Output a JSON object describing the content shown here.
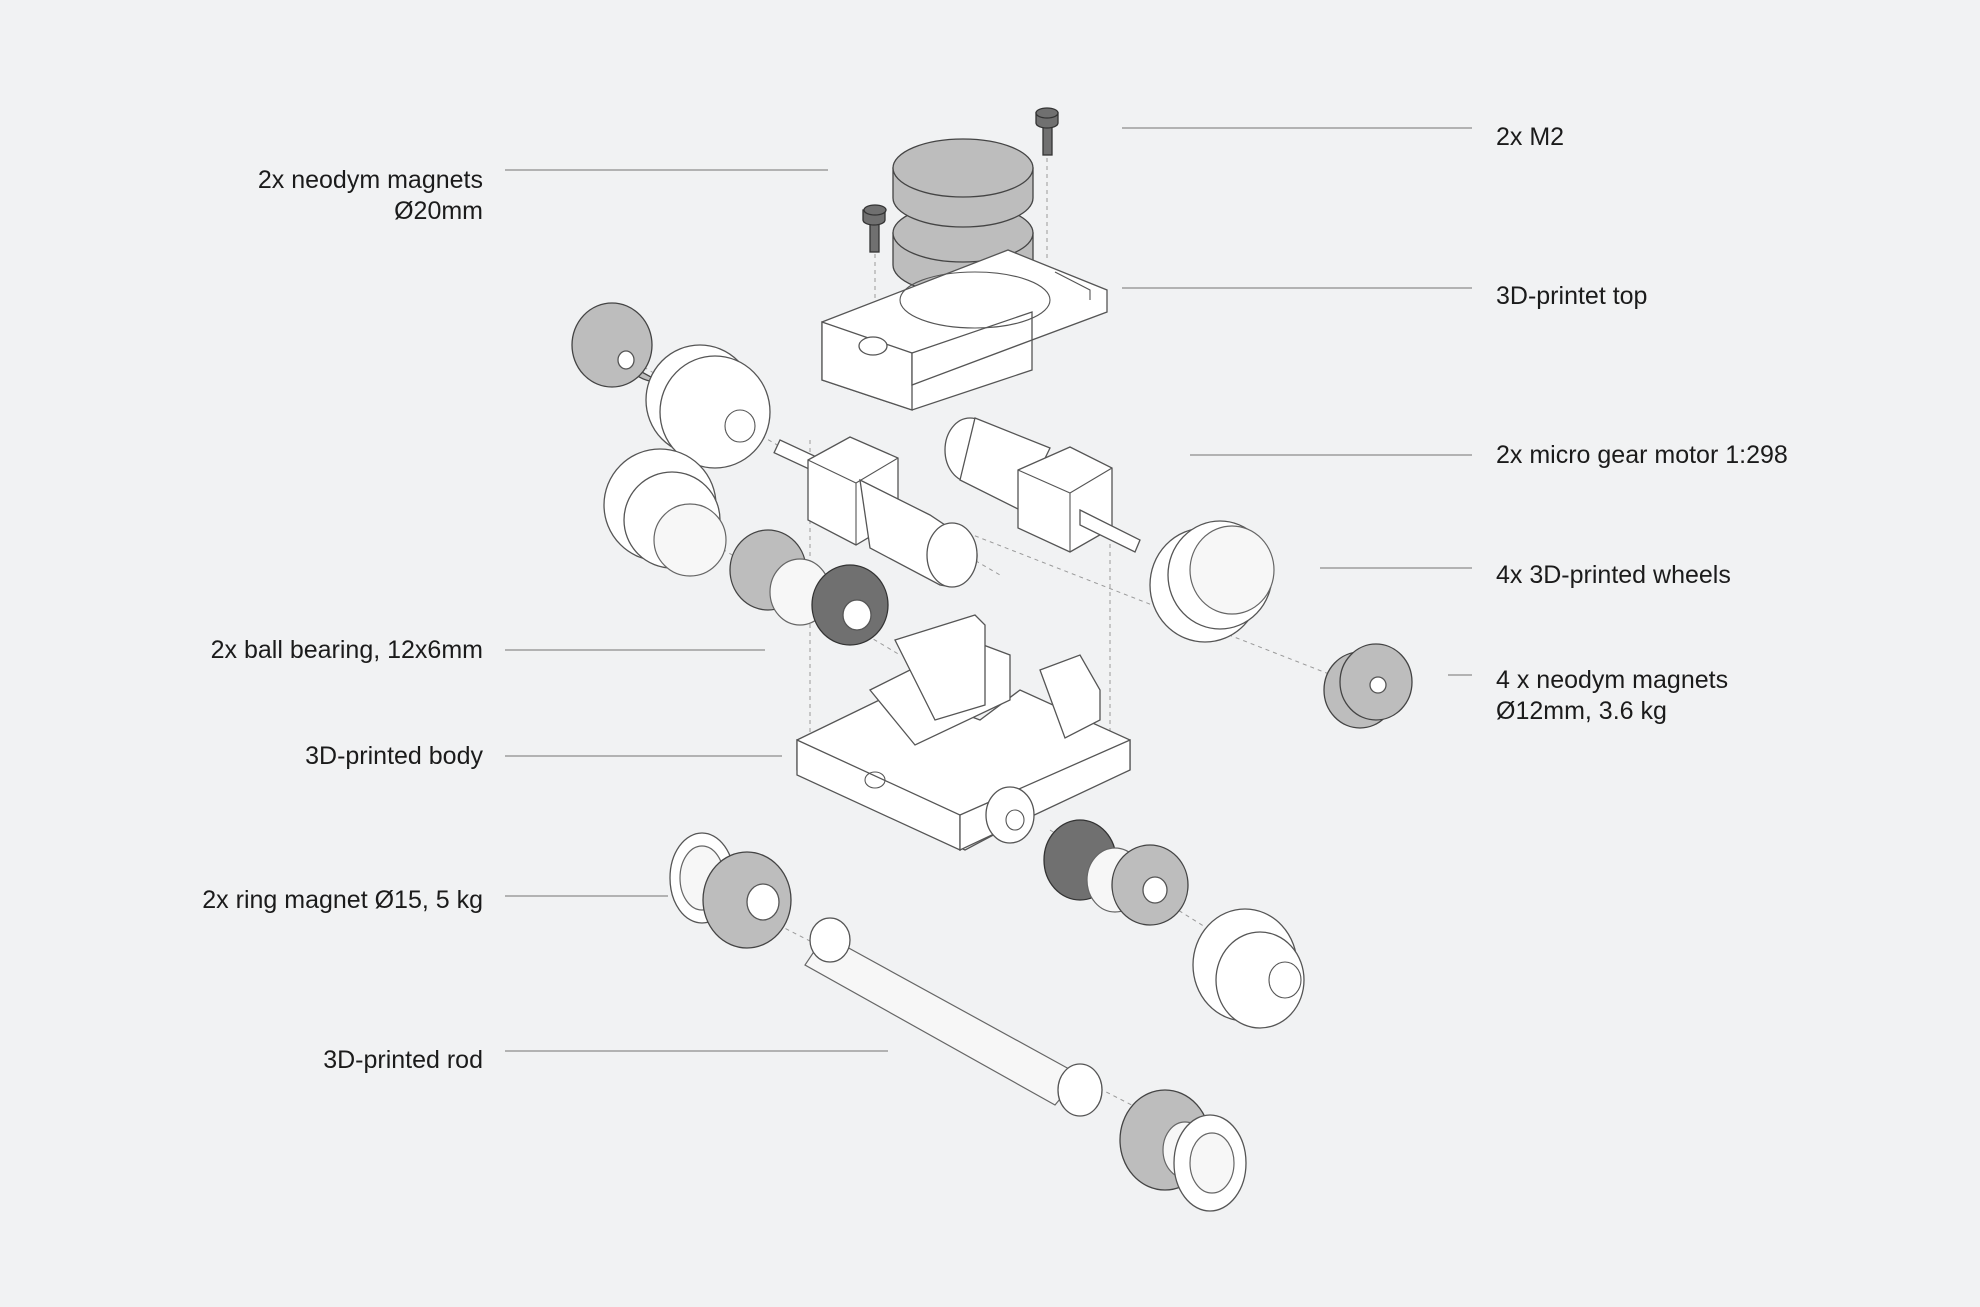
{
  "labels": {
    "neodym_20": {
      "line1": "2x neodym magnets",
      "line2": "Ø20mm"
    },
    "m2": "2x M2",
    "top": "3D-printet top",
    "motor": "2x micro gear motor 1:298",
    "wheels": "4x 3D-printed wheels",
    "neodym_12": {
      "line1": "4 x neodym magnets",
      "line2": "Ø12mm, 3.6 kg"
    },
    "bearing": "2x ball bearing, 12x6mm",
    "body": "3D-printed body",
    "ring": "2x ring magnet Ø15, 5 kg",
    "rod": "3D-printed rod"
  },
  "colors": {
    "background": "#f1f2f3",
    "part_fill": "#ffffff",
    "part_stroke": "#5a5a5a",
    "magnet_grey": "#bdbdbd",
    "magnet_dark": "#6e6e6e",
    "leader_line": "#8a8a8a"
  }
}
